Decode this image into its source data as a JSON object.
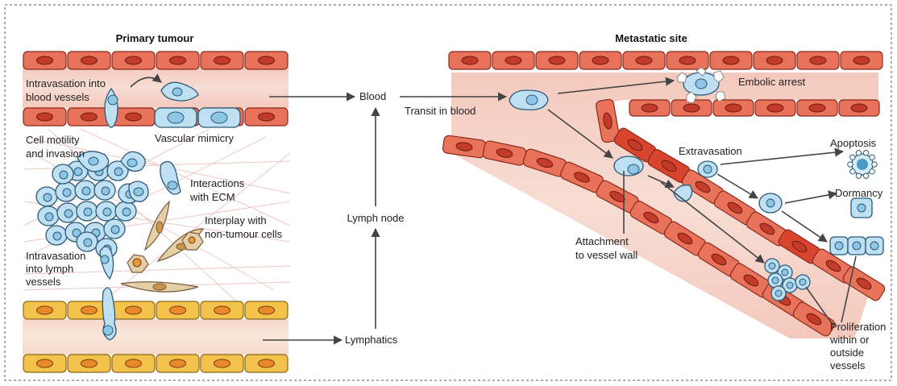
{
  "primary": {
    "title": "Primary tumour",
    "intravasation_blood": [
      "Intravasation into",
      "blood vessels"
    ],
    "vascular_mimicry": "Vascular mimicry",
    "cell_motility": [
      "Cell motility",
      "and invasion"
    ],
    "interactions_ecm": [
      "Interactions",
      "with ECM"
    ],
    "interplay": [
      "Interplay with",
      "non-tumour cells"
    ],
    "intravasation_lymph": [
      "Intravasation",
      "into lymph",
      "vessels"
    ]
  },
  "middle": {
    "blood": "Blood",
    "lymph_node": "Lymph node",
    "lymphatics": "Lymphatics"
  },
  "metastatic": {
    "title": "Metastatic site",
    "transit": "Transit in blood",
    "embolic": "Embolic arrest",
    "extravasation": "Extravasation",
    "apoptosis": "Apoptosis",
    "dormancy": "Dormancy",
    "attachment": [
      "Attachment",
      "to vessel wall"
    ],
    "proliferation": [
      "Proliferation",
      "within or",
      "outside",
      "vessels"
    ]
  },
  "colors": {
    "blood_endothelium": "#e8735a",
    "lymph_endothelium": "#f3c24a",
    "tumour_cell": "#bfe0f2",
    "arrow": "#444444"
  }
}
